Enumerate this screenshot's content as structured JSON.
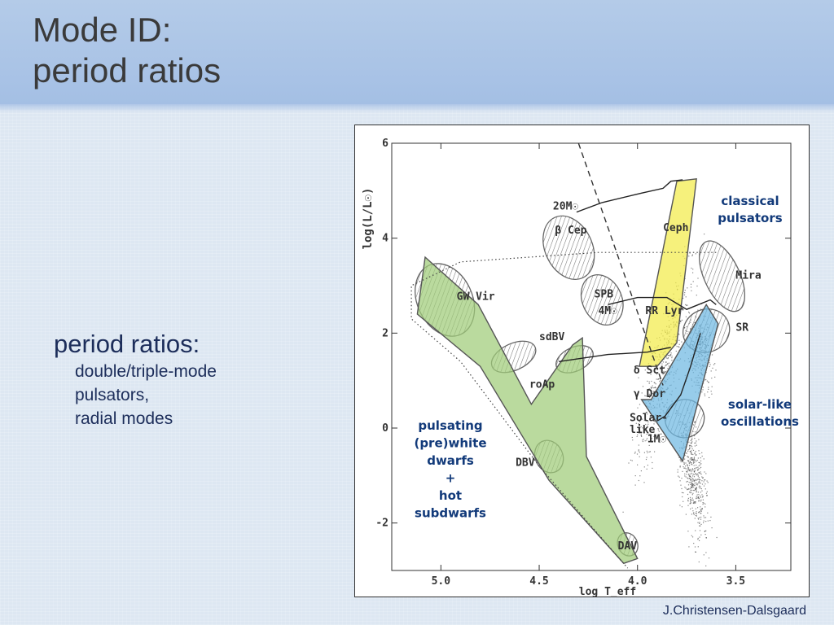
{
  "slide": {
    "title_line1": "Mode ID:",
    "title_line2": "period ratios",
    "bullet_main": "period ratios:",
    "bullet_sub": [
      "double/triple-mode",
      "pulsators,",
      "radial modes"
    ],
    "credit": "J.Christensen-Dalsgaard"
  },
  "colors": {
    "green_region": "#9fcc78",
    "yellow_region": "#f2ec4a",
    "blue_region": "#6fb8e2",
    "annotation_text": "#123a7a",
    "plot_text": "#333333"
  },
  "chart_data": {
    "type": "scatter",
    "title": "",
    "xlabel": "log T_eff",
    "ylabel": "log(L/L☉)",
    "xlim": [
      5.25,
      3.22
    ],
    "ylim": [
      -3.0,
      6.0
    ],
    "x_reversed": true,
    "x_ticks": [
      5.0,
      4.5,
      4.0,
      3.5
    ],
    "x_tick_labels": [
      "5.0",
      "4.5",
      "4.0",
      "3.5"
    ],
    "y_ticks": [
      -2,
      0,
      2,
      4,
      6
    ],
    "y_tick_labels": [
      "-2",
      "0",
      "2",
      "4",
      "6"
    ],
    "grid": false,
    "labels": [
      {
        "text": "20M☉",
        "x": 4.43,
        "y": 4.6
      },
      {
        "text": "β Cep",
        "x": 4.42,
        "y": 4.1
      },
      {
        "text": "Ceph",
        "x": 3.87,
        "y": 4.15
      },
      {
        "text": "GW Vir",
        "x": 4.92,
        "y": 2.7
      },
      {
        "text": "SPB",
        "x": 4.22,
        "y": 2.75
      },
      {
        "text": "4M☉",
        "x": 4.2,
        "y": 2.4
      },
      {
        "text": "RR Lyr",
        "x": 3.96,
        "y": 2.4
      },
      {
        "text": "Mira",
        "x": 3.5,
        "y": 3.15
      },
      {
        "text": "SR",
        "x": 3.5,
        "y": 2.05
      },
      {
        "text": "sdBV",
        "x": 4.5,
        "y": 1.85
      },
      {
        "text": "δ Sct",
        "x": 4.02,
        "y": 1.15
      },
      {
        "text": "roAp",
        "x": 4.55,
        "y": 0.85
      },
      {
        "text": "γ Dor",
        "x": 4.02,
        "y": 0.65
      },
      {
        "text": "Solar-",
        "x": 4.04,
        "y": 0.15
      },
      {
        "text": "like",
        "x": 4.04,
        "y": -0.1
      },
      {
        "text": "1M☉",
        "x": 3.95,
        "y": -0.3
      },
      {
        "text": "DBV",
        "x": 4.62,
        "y": -0.8
      },
      {
        "text": "DAV",
        "x": 4.1,
        "y": -2.55
      }
    ],
    "annotations": [
      {
        "lines": [
          "classical",
          "pulsators"
        ]
      },
      {
        "lines": [
          "solar-like",
          "oscillations"
        ]
      },
      {
        "lines": [
          "pulsating",
          "(pre)white",
          "dwarfs",
          "+",
          "hot",
          "subdwarfs"
        ]
      }
    ],
    "regions": [
      {
        "color": "green",
        "points": [
          [
            4.81,
            2.6
          ],
          [
            5.08,
            3.6
          ],
          [
            5.12,
            2.4
          ],
          [
            4.8,
            1.3
          ],
          [
            4.45,
            -1.1
          ],
          [
            4.07,
            -2.85
          ],
          [
            4.0,
            -2.75
          ],
          [
            4.26,
            -0.6
          ],
          [
            4.28,
            1.9
          ],
          [
            4.33,
            1.75
          ],
          [
            4.54,
            0.5
          ]
        ]
      },
      {
        "color": "yellow",
        "points": [
          [
            3.8,
            5.2
          ],
          [
            3.7,
            5.25
          ],
          [
            3.8,
            1.8
          ],
          [
            3.9,
            1.3
          ],
          [
            3.99,
            1.3
          ]
        ]
      },
      {
        "color": "blue",
        "points": [
          [
            3.93,
            0.6
          ],
          [
            3.65,
            2.6
          ],
          [
            3.59,
            2.2
          ],
          [
            3.77,
            -0.7
          ],
          [
            3.98,
            0.6
          ]
        ]
      }
    ],
    "hatched_ellipses": [
      {
        "name": "beta-cep",
        "cx": 4.35,
        "cy": 3.8,
        "rx": 0.12,
        "ry": 0.7
      },
      {
        "name": "spb",
        "cx": 4.18,
        "cy": 2.7,
        "rx": 0.1,
        "ry": 0.55
      },
      {
        "name": "gw-vir",
        "cx": 4.98,
        "cy": 2.7,
        "rx": 0.14,
        "ry": 0.8
      },
      {
        "name": "sdbv",
        "cx": 4.63,
        "cy": 1.5,
        "rx": 0.12,
        "ry": 0.28
      },
      {
        "name": "roap",
        "cx": 4.32,
        "cy": 1.45,
        "rx": 0.1,
        "ry": 0.25
      },
      {
        "name": "mira",
        "cx": 3.57,
        "cy": 3.2,
        "rx": 0.09,
        "ry": 0.8
      },
      {
        "name": "sr",
        "cx": 3.65,
        "cy": 2.05,
        "rx": 0.12,
        "ry": 0.45
      },
      {
        "name": "solar-like",
        "cx": 3.76,
        "cy": 0.2,
        "rx": 0.1,
        "ry": 0.4
      },
      {
        "name": "dbv",
        "cx": 4.45,
        "cy": -0.6,
        "rx": 0.07,
        "ry": 0.35
      },
      {
        "name": "dav",
        "cx": 4.05,
        "cy": -2.45,
        "rx": 0.05,
        "ry": 0.25
      }
    ],
    "curves": {
      "zams_dashed": [
        [
          4.3,
          6.0
        ],
        [
          3.87,
          0.9
        ]
      ],
      "track_20": [
        [
          4.31,
          4.55
        ],
        [
          4.18,
          4.75
        ],
        [
          3.98,
          4.95
        ],
        [
          3.87,
          5.05
        ],
        [
          3.83,
          5.2
        ],
        [
          3.77,
          5.23
        ]
      ],
      "track_4": [
        [
          4.15,
          2.6
        ],
        [
          4.0,
          2.75
        ],
        [
          3.85,
          2.75
        ],
        [
          3.75,
          2.5
        ],
        [
          3.69,
          2.6
        ],
        [
          3.63,
          2.7
        ],
        [
          3.6,
          2.6
        ]
      ],
      "track_1": [
        [
          3.9,
          0.15
        ],
        [
          3.86,
          0.25
        ],
        [
          3.78,
          0.7
        ],
        [
          3.73,
          1.3
        ],
        [
          3.68,
          2.0
        ]
      ],
      "horizontal_branch": [
        [
          4.4,
          1.4
        ],
        [
          4.15,
          1.55
        ],
        [
          3.95,
          1.6
        ],
        [
          3.83,
          1.7
        ]
      ],
      "pagb_dotted": [
        [
          3.6,
          3.7
        ],
        [
          4.2,
          3.7
        ],
        [
          4.9,
          3.5
        ],
        [
          5.15,
          3.0
        ],
        [
          5.15,
          2.3
        ],
        [
          4.9,
          1.4
        ],
        [
          4.5,
          -0.8
        ],
        [
          4.05,
          -2.95
        ]
      ]
    },
    "scatter_cluster": [
      {
        "x": 3.87,
        "y": 1.2,
        "sx": 0.12,
        "sy": 0.8,
        "n": 500
      },
      {
        "x": 3.72,
        "y": -1.0,
        "sx": 0.05,
        "sy": 0.9,
        "n": 500
      },
      {
        "x": 3.68,
        "y": 1.6,
        "sx": 0.05,
        "sy": 0.6,
        "n": 300
      }
    ]
  }
}
